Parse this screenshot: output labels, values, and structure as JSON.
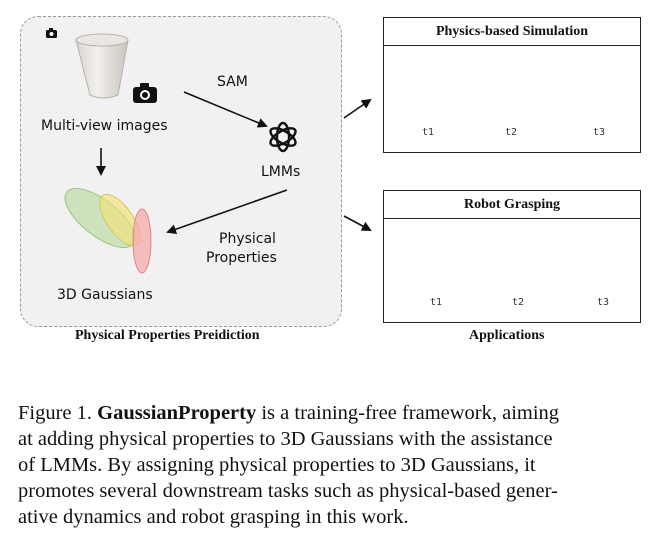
{
  "left_panel": {
    "multiview_label": "Multi-view images",
    "sam_label": "SAM",
    "lmms_label": "LMMs",
    "physical_label_line1": "Physical",
    "physical_label_line2": "Properties",
    "gaussians_label": "3D Gaussians",
    "caption": "Physical Properties Preidiction"
  },
  "simulation": {
    "title": "Physics-based Simulation",
    "frames": [
      "t1",
      "t2",
      "t3"
    ]
  },
  "grasping": {
    "title": "Robot Grasping",
    "frames": [
      "t1",
      "t2",
      "t3"
    ]
  },
  "applications_label": "Applications",
  "figure_caption": {
    "prefix": "Figure 1. ",
    "name": "GaussianProperty",
    "text_line1": " is a training-free framework, aiming",
    "text_line2": "at adding physical properties to 3D Gaussians with the assistance",
    "text_line3": "of LMMs.  By assigning physical properties to 3D Gaussians, it",
    "text_line4": "promotes several downstream tasks such as physical-based gener-",
    "text_line5": "ative dynamics and robot grasping in this work."
  },
  "colors": {
    "panel_bg": "#f1f1f1",
    "cup": "#b9a68a",
    "gaussian_green": "#b6d89a",
    "gaussian_yellow": "#f1e27a",
    "gaussian_red": "#f4a9a9"
  }
}
